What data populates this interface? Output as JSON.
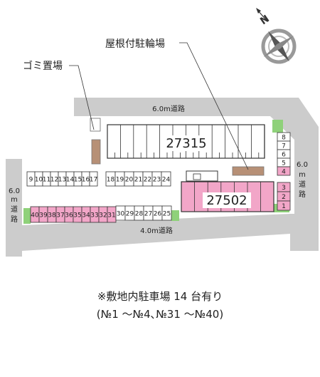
{
  "labels": {
    "roofed_bicycle_parking": "屋根付駐輪場",
    "garbage_area": "ゴミ置場",
    "road_top": "6.0m道路",
    "road_bottom": "4.0m道路",
    "road_left": [
      "6.0",
      "m",
      "道",
      "路"
    ],
    "road_right": [
      "6.0",
      "m",
      "道",
      "路"
    ]
  },
  "buildings": {
    "left": "27315",
    "right": "27502"
  },
  "stalls": {
    "row_upper_left": [
      "9",
      "10",
      "11",
      "12",
      "13",
      "14",
      "15",
      "16",
      "17"
    ],
    "row_upper_mid": [
      "18",
      "19",
      "20",
      "21",
      "22",
      "23",
      "24"
    ],
    "row_lower_pink": [
      "40",
      "39",
      "38",
      "37",
      "36",
      "35",
      "34",
      "33",
      "32",
      "31"
    ],
    "row_lower_gray": [
      "30",
      "29",
      "28",
      "27",
      "26",
      "25"
    ],
    "column_right_upper": [
      "8",
      "7",
      "6",
      "5",
      "4"
    ],
    "column_right_lower": [
      "3",
      "2",
      "1"
    ]
  },
  "note": {
    "line1": "※敷地内駐車場 14 台有り",
    "line2": "(№1 ～№4､№31 ～№40)"
  },
  "colors": {
    "road": "#cccccc",
    "pink": "#f2a6c8",
    "green": "#8fd17a",
    "brown": "#b79076"
  }
}
